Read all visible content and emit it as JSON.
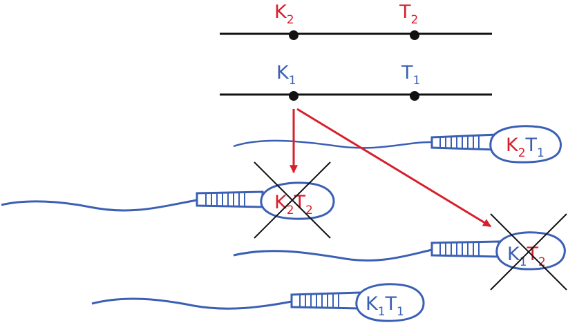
{
  "colors": {
    "red": "#d71f2c",
    "blue": "#3a5fb4",
    "black": "#111111"
  },
  "chromosome_top": {
    "marker_left": {
      "letter": "K",
      "sub": "2"
    },
    "marker_right": {
      "letter": "T",
      "sub": "2"
    }
  },
  "chromosome_bottom": {
    "marker_left": {
      "letter": "K",
      "sub": "1"
    },
    "marker_right": {
      "letter": "T",
      "sub": "1"
    }
  },
  "sperm": [
    {
      "id": "k2t1",
      "gene1": {
        "letter": "K",
        "sub": "2"
      },
      "gene2": {
        "letter": "T",
        "sub": "1"
      },
      "crossed": false
    },
    {
      "id": "k2t2",
      "gene1": {
        "letter": "K",
        "sub": "2"
      },
      "gene2": {
        "letter": "T",
        "sub": "2"
      },
      "crossed": true
    },
    {
      "id": "k1t2",
      "gene1": {
        "letter": "K",
        "sub": "1"
      },
      "gene2": {
        "letter": "T",
        "sub": "2"
      },
      "crossed": true
    },
    {
      "id": "k1t1",
      "gene1": {
        "letter": "K",
        "sub": "1"
      },
      "gene2": {
        "letter": "T",
        "sub": "1"
      },
      "crossed": false
    }
  ]
}
